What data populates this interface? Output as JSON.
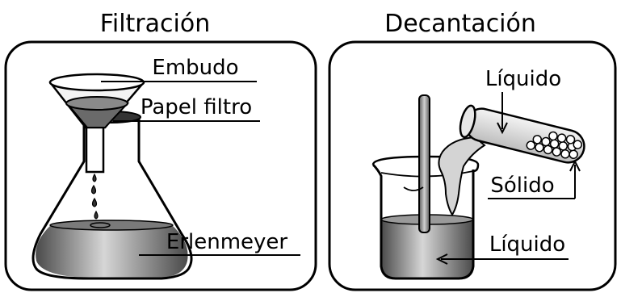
{
  "panels": [
    {
      "title": "Filtración",
      "labels": {
        "funnel": "Embudo",
        "filter_paper": "Papel filtro",
        "flask": "Erlenmeyer"
      }
    },
    {
      "title": "Decantación",
      "labels": {
        "liquid_top": "Líquido",
        "solid": "Sólido",
        "liquid_bottom": "Líquido"
      }
    }
  ],
  "colors": {
    "outline": "#000000",
    "liquid_dark": "#5a5a5a",
    "liquid_light": "#d8d8d8",
    "background": "#ffffff"
  }
}
